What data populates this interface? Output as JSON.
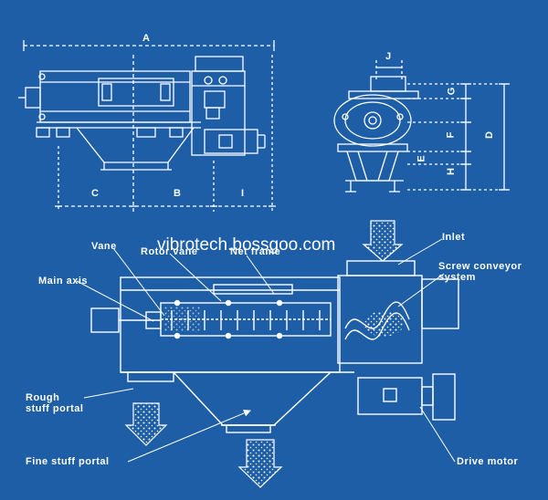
{
  "colors": {
    "background": "#1d5ea6",
    "line": "#ffffff",
    "dots": "#ffffff"
  },
  "dimensions": {
    "A": "A",
    "B": "B",
    "C": "C",
    "I": "I",
    "J": "J",
    "G": "G",
    "F": "F",
    "E": "E",
    "H": "H",
    "D": "D"
  },
  "labels": {
    "vane": "Vane",
    "rotor_vane": "Rotor vane",
    "net_frame": "Net frame",
    "inlet": "Inlet",
    "screw_conveyor_1": "Screw conveyor",
    "screw_conveyor_2": "system",
    "main_axis": "Main axis",
    "rough_1": "Rough",
    "rough_2": "stuff portal",
    "fine_stuff": "Fine stuff portal",
    "drive_motor": "Drive motor"
  },
  "watermark": "vibrotech.bossgoo.com"
}
